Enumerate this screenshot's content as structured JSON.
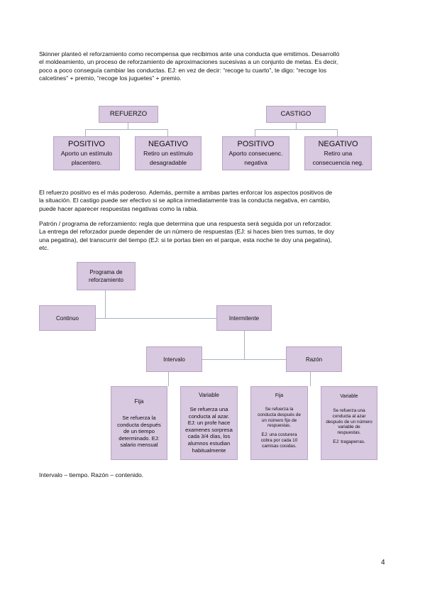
{
  "intro": {
    "lines": [
      "Skinner planteó el reforzamiento como recompensa que recibimos ante una conducta que emitimos. Desarrolló",
      "el moldeamiento, un proceso de reforzamiento de aproximaciones sucesivas a un conjunto de metas. Es decir,",
      "poco a poco conseguía cambiar las conductas. EJ: en vez de decir: “recoge tu cuarto”, te digo: “recoge los",
      "calcetines” + premio, “recoge los juguetes” + premio."
    ]
  },
  "diagram1": {
    "refuerzo": {
      "title": "REFUERZO",
      "positivo": {
        "title": "POSITIVO",
        "desc1": "Aporto un estímulo",
        "desc2": "placentero."
      },
      "negativo": {
        "title": "NEGATIVO",
        "desc1": "Retiro un estímulo",
        "desc2": "desagradable"
      }
    },
    "castigo": {
      "title": "CASTIGO",
      "positivo": {
        "title": "POSITIVO",
        "desc1": "Aporto consecuenc.",
        "desc2": "negativa"
      },
      "negativo": {
        "title": "NEGATIVO",
        "desc1": "Retiro una",
        "desc2": "consecuencia neg."
      }
    }
  },
  "para2": {
    "lines": [
      "El refuerzo positivo es el más poderoso. Además, permite a ambas partes enforcar los aspectos positivos de",
      "la situación. El castigo puede ser efectivo si se aplica inmediatamente tras la conducta negativa, en cambio,",
      "puede hacer aparecer respuestas negativas como la rabia."
    ]
  },
  "para3": {
    "lines": [
      "Patrón / programa de reforzamiento: regla que determina que una respuesta será seguida por un reforzador.",
      "La entrega del reforzador puede depender de un número de respuestas (EJ: si haces bien tres sumas, te doy",
      "una pegatina), del transcurrir del tiempo (EJ: si te portas bien en el parque, esta noche te doy una pegatina),",
      "etc."
    ]
  },
  "diagram2": {
    "root": {
      "line1": "Programa de",
      "line2": "reforzamiento"
    },
    "continuo": "Continuo",
    "intermitente": "Intermitente",
    "intervalo": "Intervalo",
    "razon": "Razón",
    "intervalo_fija": {
      "title": "Fija",
      "desc": [
        "Se refuerza la",
        "conducta después",
        "de un tiempo",
        "determinado. EJ:",
        "salario mensual"
      ]
    },
    "intervalo_variable": {
      "title": "Variable",
      "desc": [
        "Se refuerza una",
        "conducta al azar.",
        "EJ: un profe hace",
        "examenes sorpresa",
        "cada 3/4 días, los",
        "alumnos estudian",
        "habitualmente"
      ]
    },
    "razon_fija": {
      "title": "Fija",
      "desc": [
        "Se refuerza la",
        "conducta después de",
        "un número fijo de",
        "respuestas."
      ],
      "example": [
        "EJ: una costurera",
        "cobra por cada 10",
        "camisas cosidas."
      ]
    },
    "razon_variable": {
      "title": "Variable",
      "desc": [
        "Se refuerza una",
        "conducta al azar",
        "después de un número",
        "variable de",
        "respuestas."
      ],
      "example": [
        "EJ: tragaperras."
      ]
    }
  },
  "footer_note": "Intervalo – tiempo. Razón – contenido.",
  "page_number": "4"
}
